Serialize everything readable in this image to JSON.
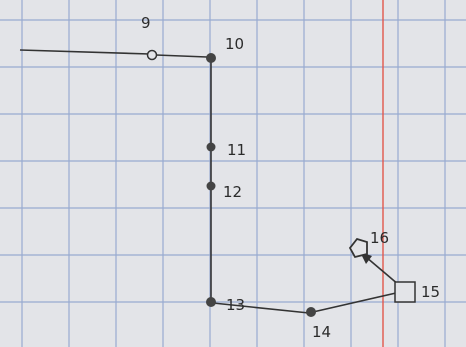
{
  "paper": {
    "background": "#e3e4e8",
    "grid_color": "#7f97c9",
    "margin_line_color": "#e2574c",
    "ink_color": "#333333"
  },
  "labels": {
    "n9": "9",
    "n10": "10",
    "n11": "11",
    "n12": "12",
    "n13": "13",
    "n14": "14",
    "n15": "15",
    "n16": "16"
  },
  "icons": {
    "open_circle": "open-circle-node",
    "filled_dot": "filled-dot-node",
    "square": "square-node",
    "pentagon": "pentagon-node",
    "arrow": "arrow-head"
  }
}
